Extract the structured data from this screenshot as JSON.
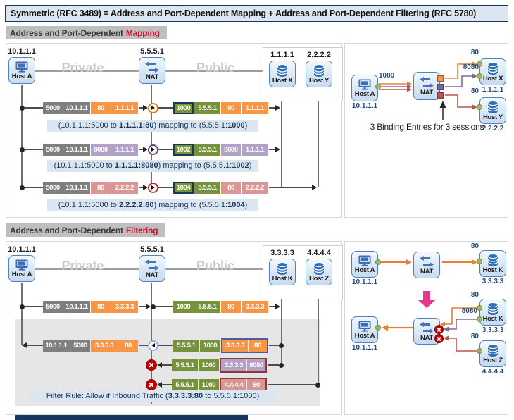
{
  "title": "Symmetric (RFC 3489) = Address and Port-Dependent Mapping + Address and Port-Dependent Filtering (RFC 5780)",
  "colors": {
    "orange": "#F79646",
    "gray": "#7F7F7F",
    "green": "#76923C",
    "purple": "#B2A2C7",
    "pink": "#D99694",
    "navy": "#1F497D",
    "accent_red": "#CC1133",
    "caption_bg": "#DCE6F1",
    "blocked_red": "#C00000"
  },
  "mapping": {
    "header_prefix": "Address and Port-Dependent",
    "header_accent": "Mapping",
    "zones": {
      "private": "Private",
      "public": "Public"
    },
    "nodes": {
      "host_a": {
        "name": "Host A",
        "ip": "10.1.1.1"
      },
      "nat": {
        "name": "NAT",
        "ip": "5.5.5.1"
      },
      "host_x": {
        "name": "Host X",
        "ip": "1.1.1.1"
      },
      "host_y": {
        "name": "Host Y",
        "ip": "2.2.2.2"
      }
    },
    "rows": [
      {
        "left": [
          "5000",
          "10.1.1.1",
          "80",
          "1.1.1.1"
        ],
        "right": [
          "1000",
          "5.5.5.1",
          "80",
          "1.1.1.1"
        ]
      },
      {
        "left": [
          "5000",
          "10.1.1.1",
          "8080",
          "1.1.1.1"
        ],
        "right": [
          "1002",
          "5.5.5.1",
          "8080",
          "1.1.1.1"
        ]
      },
      {
        "left": [
          "5000",
          "10.1.1.1",
          "80",
          "2.2.2.2"
        ],
        "right": [
          "1004",
          "5.5.5.1",
          "80",
          "2.2.2.2"
        ]
      }
    ],
    "captions": [
      {
        "pre": "(10.1.1.1:5000 to ",
        "b1": "1.1.1.1:80",
        "mid": ") mapping to (5.5.5.1:",
        "b2": "1000",
        "post": ")"
      },
      {
        "pre": "(10.1.1.1:5000 to ",
        "b1": "1.1.1.1:8080",
        "mid": ") mapping to (5.5.5.1:",
        "b2": "1002",
        "post": ")"
      },
      {
        "pre": "(10.1.1.1:5000 to ",
        "b1": "2.2.2.2:80",
        "mid": ") mapping to (5.5.5.1:",
        "b2": "1004",
        "post": ")"
      }
    ],
    "summary": {
      "src_port": "1000",
      "dst_ports": [
        "80",
        "8080",
        "80"
      ],
      "note": "3 Binding Entries for 3 sessions"
    }
  },
  "filtering": {
    "header_prefix": "Address and Port-Dependent",
    "header_accent": "Filtering",
    "zones": {
      "private": "Private",
      "public": "Public"
    },
    "nodes": {
      "host_a": {
        "name": "Host A",
        "ip": "10.1.1.1"
      },
      "nat": {
        "name": "NAT",
        "ip": "5.5.5.1"
      },
      "host_k": {
        "name": "Host K",
        "ip": "3.3.3.3"
      },
      "host_z": {
        "name": "Host Z",
        "ip": "4.4.4.4"
      }
    },
    "outbound": {
      "left": [
        "5000",
        "10.1.1.1",
        "80",
        "3.3.3.3"
      ],
      "right": [
        "1000",
        "5.5.5.1",
        "80",
        "3.3.3.3"
      ]
    },
    "inbound": [
      {
        "allowed": true,
        "left": [
          "10.1.1.1",
          "5000",
          "3.3.3.3",
          "80"
        ],
        "src": [
          "5.5.5.1",
          "1000"
        ],
        "pair": [
          "3.3.3.3",
          "80"
        ]
      },
      {
        "allowed": false,
        "src": [
          "5.5.5.1",
          "1000"
        ],
        "pair": [
          "3.3.3.3",
          "8080"
        ]
      },
      {
        "allowed": false,
        "src": [
          "5.5.5.1",
          "1000"
        ],
        "pair": [
          "4.4.4.4",
          "80"
        ]
      }
    ],
    "filter_rule": {
      "pre": "Filter Rule: Allow if Inbound Traffic (",
      "b": "3.3.3.3:80",
      "post": " to 5.5.5.1:1000)"
    },
    "summary": {
      "flow_port": "80",
      "inbound_ports": [
        "80",
        "8080",
        "80"
      ]
    }
  }
}
